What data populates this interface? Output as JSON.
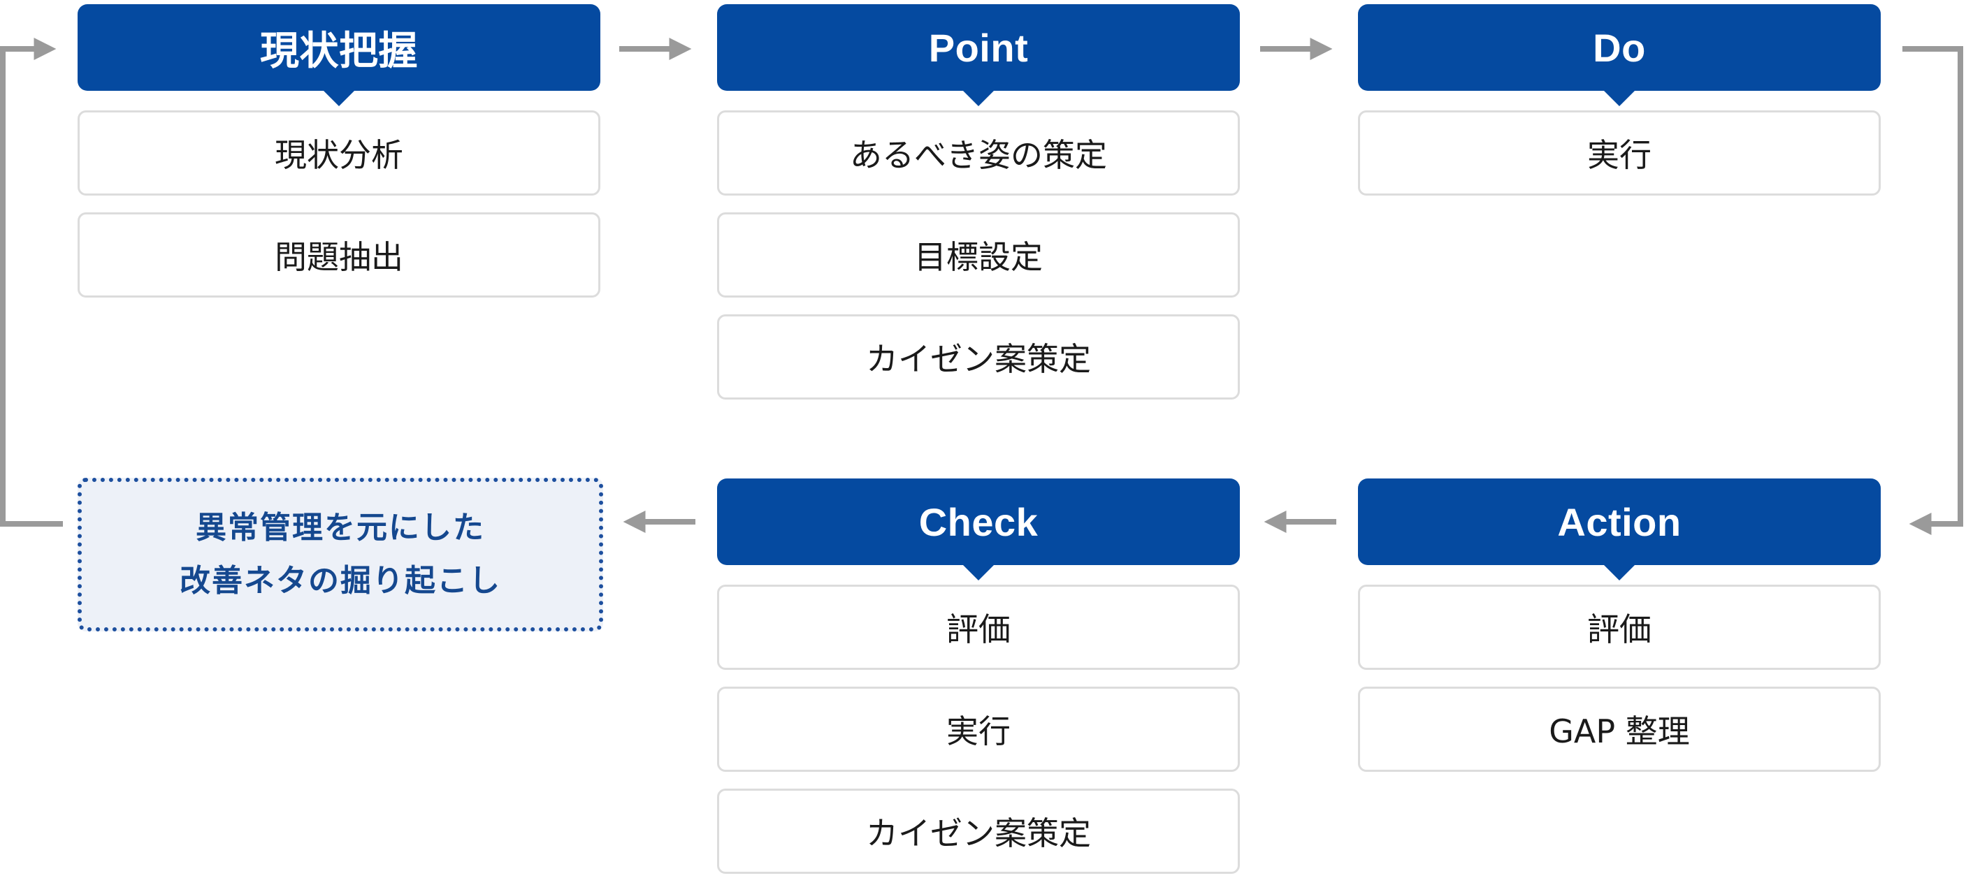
{
  "colors": {
    "header_fill": "#054aa0",
    "header_text": "#ffffff",
    "item_border": "#dcdcdc",
    "arrow": "#9a9a9a",
    "note_fill": "#edf1f8",
    "note_border": "#1d4f9e",
    "note_text": "#15488f"
  },
  "stages": {
    "current": {
      "title": "現状把握",
      "items": [
        "現状分析",
        "問題抽出"
      ]
    },
    "point": {
      "title": "Point",
      "items": [
        "あるべき姿の策定",
        "目標設定",
        "カイゼン案策定"
      ]
    },
    "do": {
      "title": "Do",
      "items": [
        "実行"
      ]
    },
    "check": {
      "title": "Check",
      "items": [
        "評価",
        "実行",
        "カイゼン案策定"
      ]
    },
    "action": {
      "title": "Action",
      "items": [
        "評価",
        "GAP 整理"
      ]
    }
  },
  "note": {
    "lines": [
      "異常管理を元にした",
      "改善ネタの掘り起こし"
    ]
  }
}
